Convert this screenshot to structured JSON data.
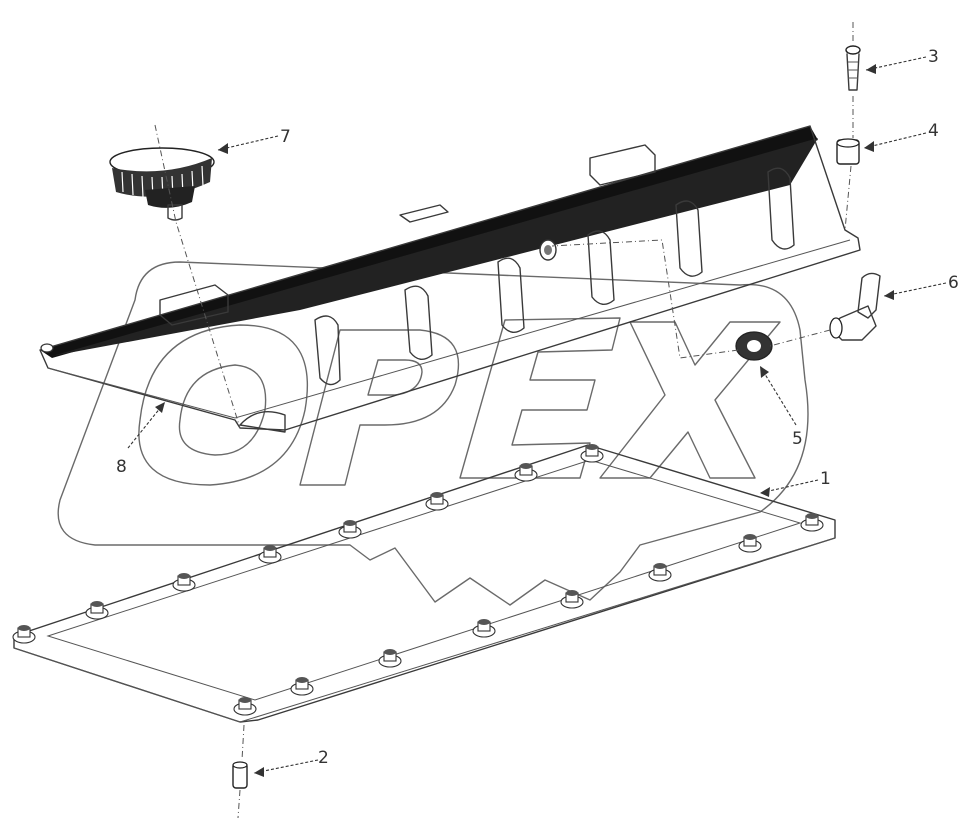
{
  "diagram": {
    "watermark_text": "OPEX",
    "callouts": [
      {
        "id": "1",
        "label": "1"
      },
      {
        "id": "2",
        "label": "2"
      },
      {
        "id": "3",
        "label": "3"
      },
      {
        "id": "4",
        "label": "4"
      },
      {
        "id": "5",
        "label": "5"
      },
      {
        "id": "6",
        "label": "6"
      },
      {
        "id": "7",
        "label": "7"
      },
      {
        "id": "8",
        "label": "8"
      }
    ]
  }
}
